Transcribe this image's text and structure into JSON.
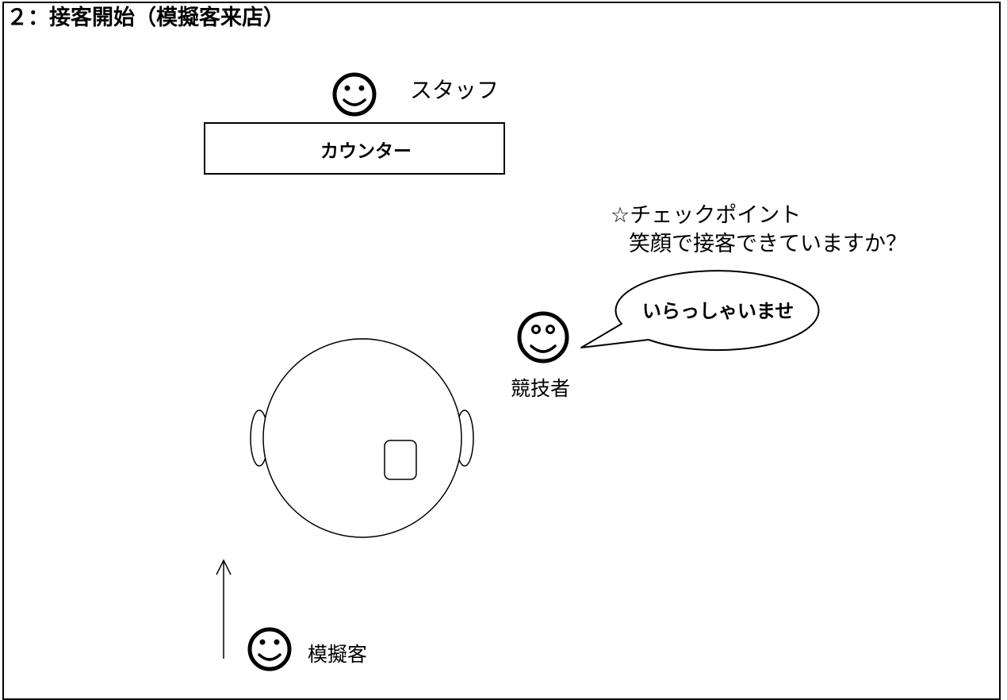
{
  "page": {
    "title": "２：接客開始（模擬客来店）"
  },
  "staff": {
    "label": "スタッフ"
  },
  "counter": {
    "label": "カウンター"
  },
  "checkpoint": {
    "title": "☆チェックポイント",
    "question": "笑顔で接客できていますか？"
  },
  "speech": {
    "text": "いらっしゃいませ"
  },
  "competitor": {
    "label": "競技者"
  },
  "guest": {
    "label": "模擬客"
  },
  "icons": [
    "smiley-face-icon",
    "up-arrow-icon"
  ],
  "colors": {
    "line": "#000000",
    "background": "#ffffff"
  }
}
